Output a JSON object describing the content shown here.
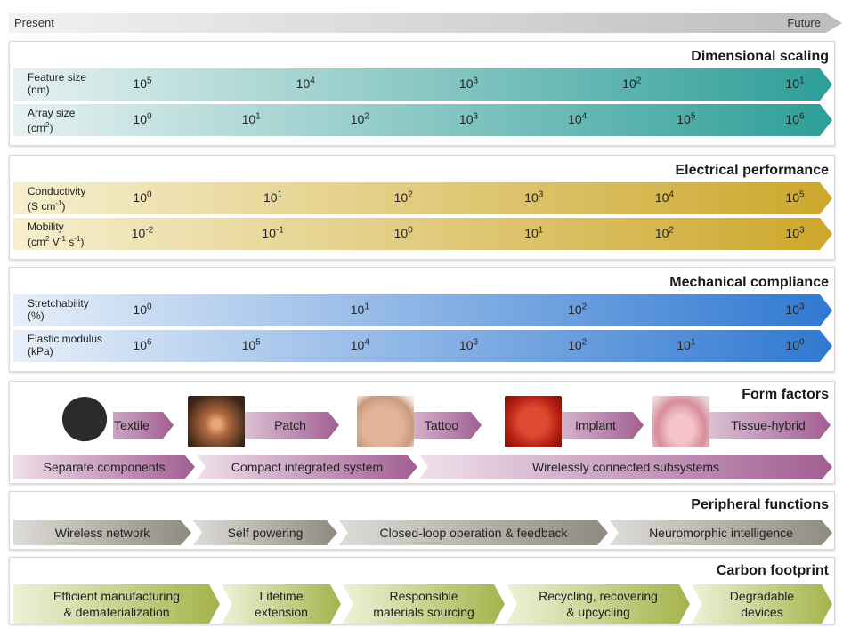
{
  "timeline": {
    "start": "Present",
    "end": "Future"
  },
  "sections": {
    "dimensional": {
      "title": "Dimensional scaling",
      "rows": [
        {
          "label": [
            "Feature size",
            "(nm)"
          ],
          "values": [
            [
              "10",
              "5"
            ],
            [
              "10",
              "4"
            ],
            [
              "10",
              "3"
            ],
            [
              "10",
              "2"
            ],
            [
              "10",
              "1"
            ]
          ]
        },
        {
          "label": [
            "Array size",
            "(cm2)"
          ],
          "values": [
            [
              "10",
              "0"
            ],
            [
              "10",
              "1"
            ],
            [
              "10",
              "2"
            ],
            [
              "10",
              "3"
            ],
            [
              "10",
              "4"
            ],
            [
              "10",
              "5"
            ],
            [
              "10",
              "6"
            ]
          ]
        }
      ],
      "colors": [
        "#e6f1f1",
        "#2d9e98"
      ]
    },
    "electrical": {
      "title": "Electrical performance",
      "rows": [
        {
          "label": [
            "Conductivity",
            "(S cm-1)"
          ],
          "values": [
            [
              "10",
              "0"
            ],
            [
              "10",
              "1"
            ],
            [
              "10",
              "2"
            ],
            [
              "10",
              "3"
            ],
            [
              "10",
              "4"
            ],
            [
              "10",
              "5"
            ]
          ]
        },
        {
          "label": [
            "Mobility",
            "(cm2 V-1 s-1)"
          ],
          "values": [
            [
              "10",
              "-2"
            ],
            [
              "10",
              "-1"
            ],
            [
              "10",
              "0"
            ],
            [
              "10",
              "1"
            ],
            [
              "10",
              "2"
            ],
            [
              "10",
              "3"
            ]
          ]
        }
      ],
      "colors": [
        "#f6efcf",
        "#cda72c"
      ]
    },
    "mechanical": {
      "title": "Mechanical compliance",
      "rows": [
        {
          "label": [
            "Stretchability",
            "(%)"
          ],
          "values": [
            [
              "10",
              "0"
            ],
            [
              "10",
              "1"
            ],
            [
              "10",
              "2"
            ],
            [
              "10",
              "3"
            ]
          ]
        },
        {
          "label": [
            "Elastic modulus",
            "(kPa)"
          ],
          "values": [
            [
              "10",
              "6"
            ],
            [
              "10",
              "5"
            ],
            [
              "10",
              "4"
            ],
            [
              "10",
              "3"
            ],
            [
              "10",
              "2"
            ],
            [
              "10",
              "1"
            ],
            [
              "10",
              "0"
            ]
          ]
        }
      ],
      "colors": [
        "#e7eff9",
        "#2f78d2"
      ]
    },
    "form": {
      "title": "Form factors",
      "items": [
        "Textile",
        "Patch",
        "Tattoo",
        "Implant",
        "Tissue-hybrid"
      ],
      "stages": [
        "Separate components",
        "Compact integrated system",
        "Wirelessly connected subsystems"
      ],
      "colors": [
        "#efe0ea",
        "#a15e92"
      ]
    },
    "peripheral": {
      "title": "Peripheral functions",
      "items": [
        "Wireless network",
        "Self powering",
        "Closed-loop operation & feedback",
        "Neuromorphic intelligence"
      ],
      "colors": [
        "#dedcd7",
        "#8e8a80"
      ]
    },
    "carbon": {
      "title": "Carbon footprint",
      "items": [
        [
          "Efficient manufacturing",
          "& dematerialization"
        ],
        [
          "Lifetime",
          "extension"
        ],
        [
          "Responsible",
          "materials sourcing"
        ],
        [
          "Recycling, recovering",
          "& upcycling"
        ],
        [
          "Degradable",
          "devices"
        ]
      ],
      "colors": [
        "#eef2d8",
        "#a5b34b"
      ]
    }
  }
}
